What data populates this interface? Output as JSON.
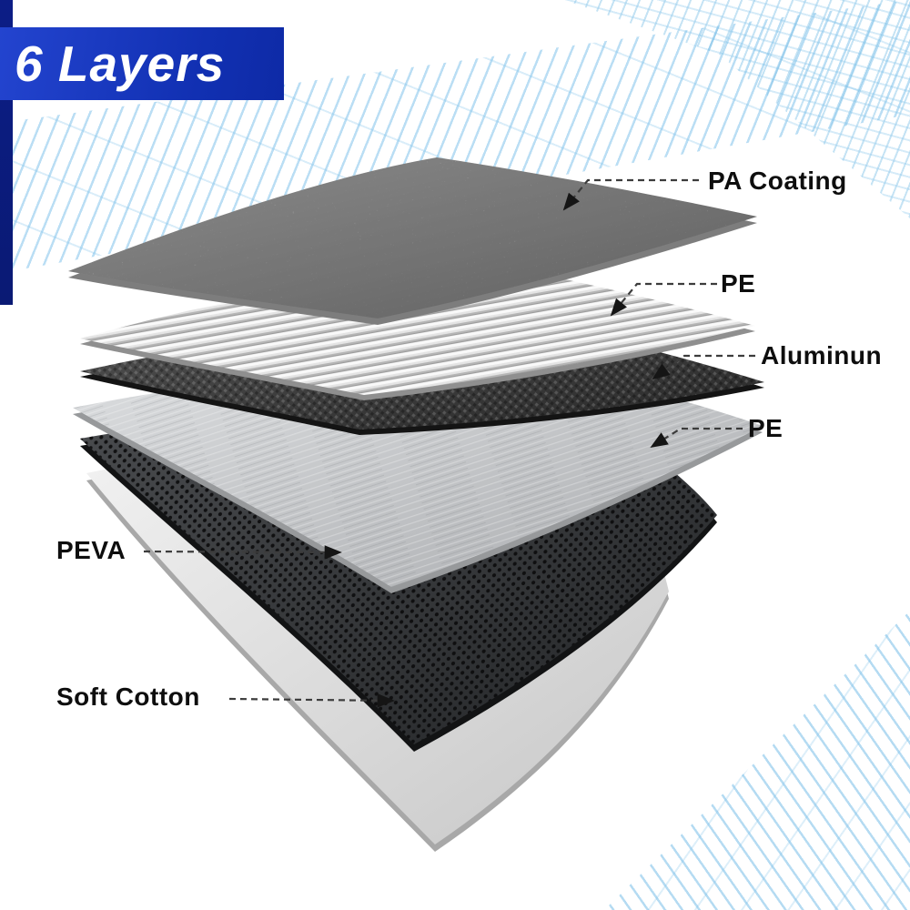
{
  "banner": {
    "title": "6 Layers"
  },
  "layers": [
    {
      "label": "PA Coating",
      "tone": "#9a9a9a",
      "texture": "grain"
    },
    {
      "label": "PE",
      "tone": "#e0e0e0",
      "texture": "ribbed"
    },
    {
      "label": "Aluminun",
      "tone": "#3c3c3c",
      "texture": "diamond"
    },
    {
      "label": "PE",
      "tone": "#c4c6c8",
      "texture": "smooth"
    },
    {
      "label": "PEVA",
      "tone": "#35373a",
      "texture": "perforated-dots"
    },
    {
      "label": "Soft Cotton",
      "tone": "#e6e6e6",
      "texture": "soft"
    }
  ],
  "colors": {
    "banner_blue": "#1633b5",
    "accent_bar_navy": "#0b1b7c",
    "stripe_light_blue": "#82c3eb",
    "label_text": "#0e0e0e"
  }
}
